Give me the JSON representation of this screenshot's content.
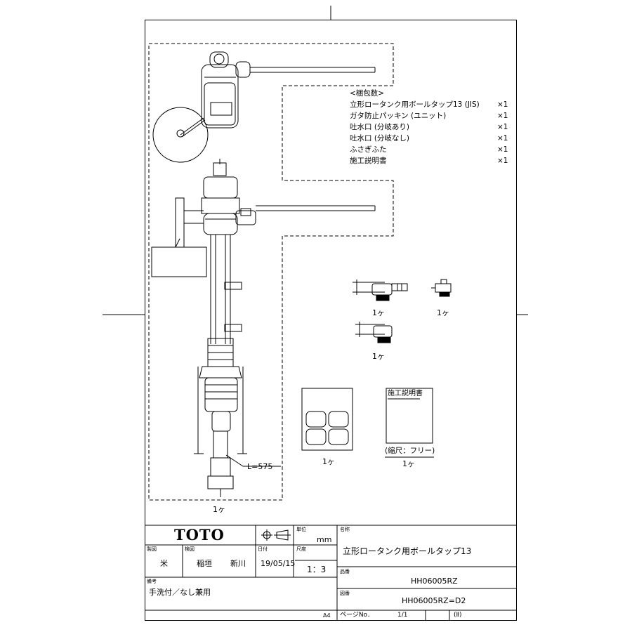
{
  "packing_list": {
    "heading": "<梱包数>",
    "items": [
      {
        "name": "立形ロータンク用ボールタップ13 (JIS)",
        "qty": "×1"
      },
      {
        "name": "ガタ防止パッキン (ユニット)",
        "qty": "×1"
      },
      {
        "name": "吐水口 (分岐あり)",
        "qty": "×1"
      },
      {
        "name": "吐水口 (分岐なし)",
        "qty": "×1"
      },
      {
        "name": "ふさぎふた",
        "qty": "×1"
      },
      {
        "name": "施工説明書",
        "qty": "×1"
      }
    ]
  },
  "parts": {
    "main_qty": "1ヶ",
    "spout_branch_qty": "1ヶ",
    "cap_qty": "1ヶ",
    "spout_nobranch_qty": "1ヶ",
    "gasket_qty": "1ヶ",
    "manual_qty": "1ヶ",
    "manual_title": "施工説明書",
    "manual_scale": "(縮尺：フリー)",
    "dimension": "L=575"
  },
  "title_block": {
    "logo": "TOTO",
    "unit_label": "単位",
    "unit": "mm",
    "name_label": "名称",
    "name": "立形ロータンク用ボールタップ13",
    "design_label": "製図",
    "design": "米",
    "check_label": "検図",
    "checker1": "稲垣",
    "checker2": "新川",
    "date_label": "日付",
    "date": "19/05/15",
    "scale_label": "尺度",
    "scale": "1：3",
    "part_no_label": "品番",
    "part_no": "HH06005RZ",
    "drawing_no_label": "図番",
    "drawing_no": "HH06005RZ=D2",
    "remarks_label": "備考",
    "remarks": "手洗付／なし兼用",
    "paper_size": "A4",
    "page_label": "ページNo．",
    "page": "1/1",
    "rev": "(Ⅱ)"
  }
}
